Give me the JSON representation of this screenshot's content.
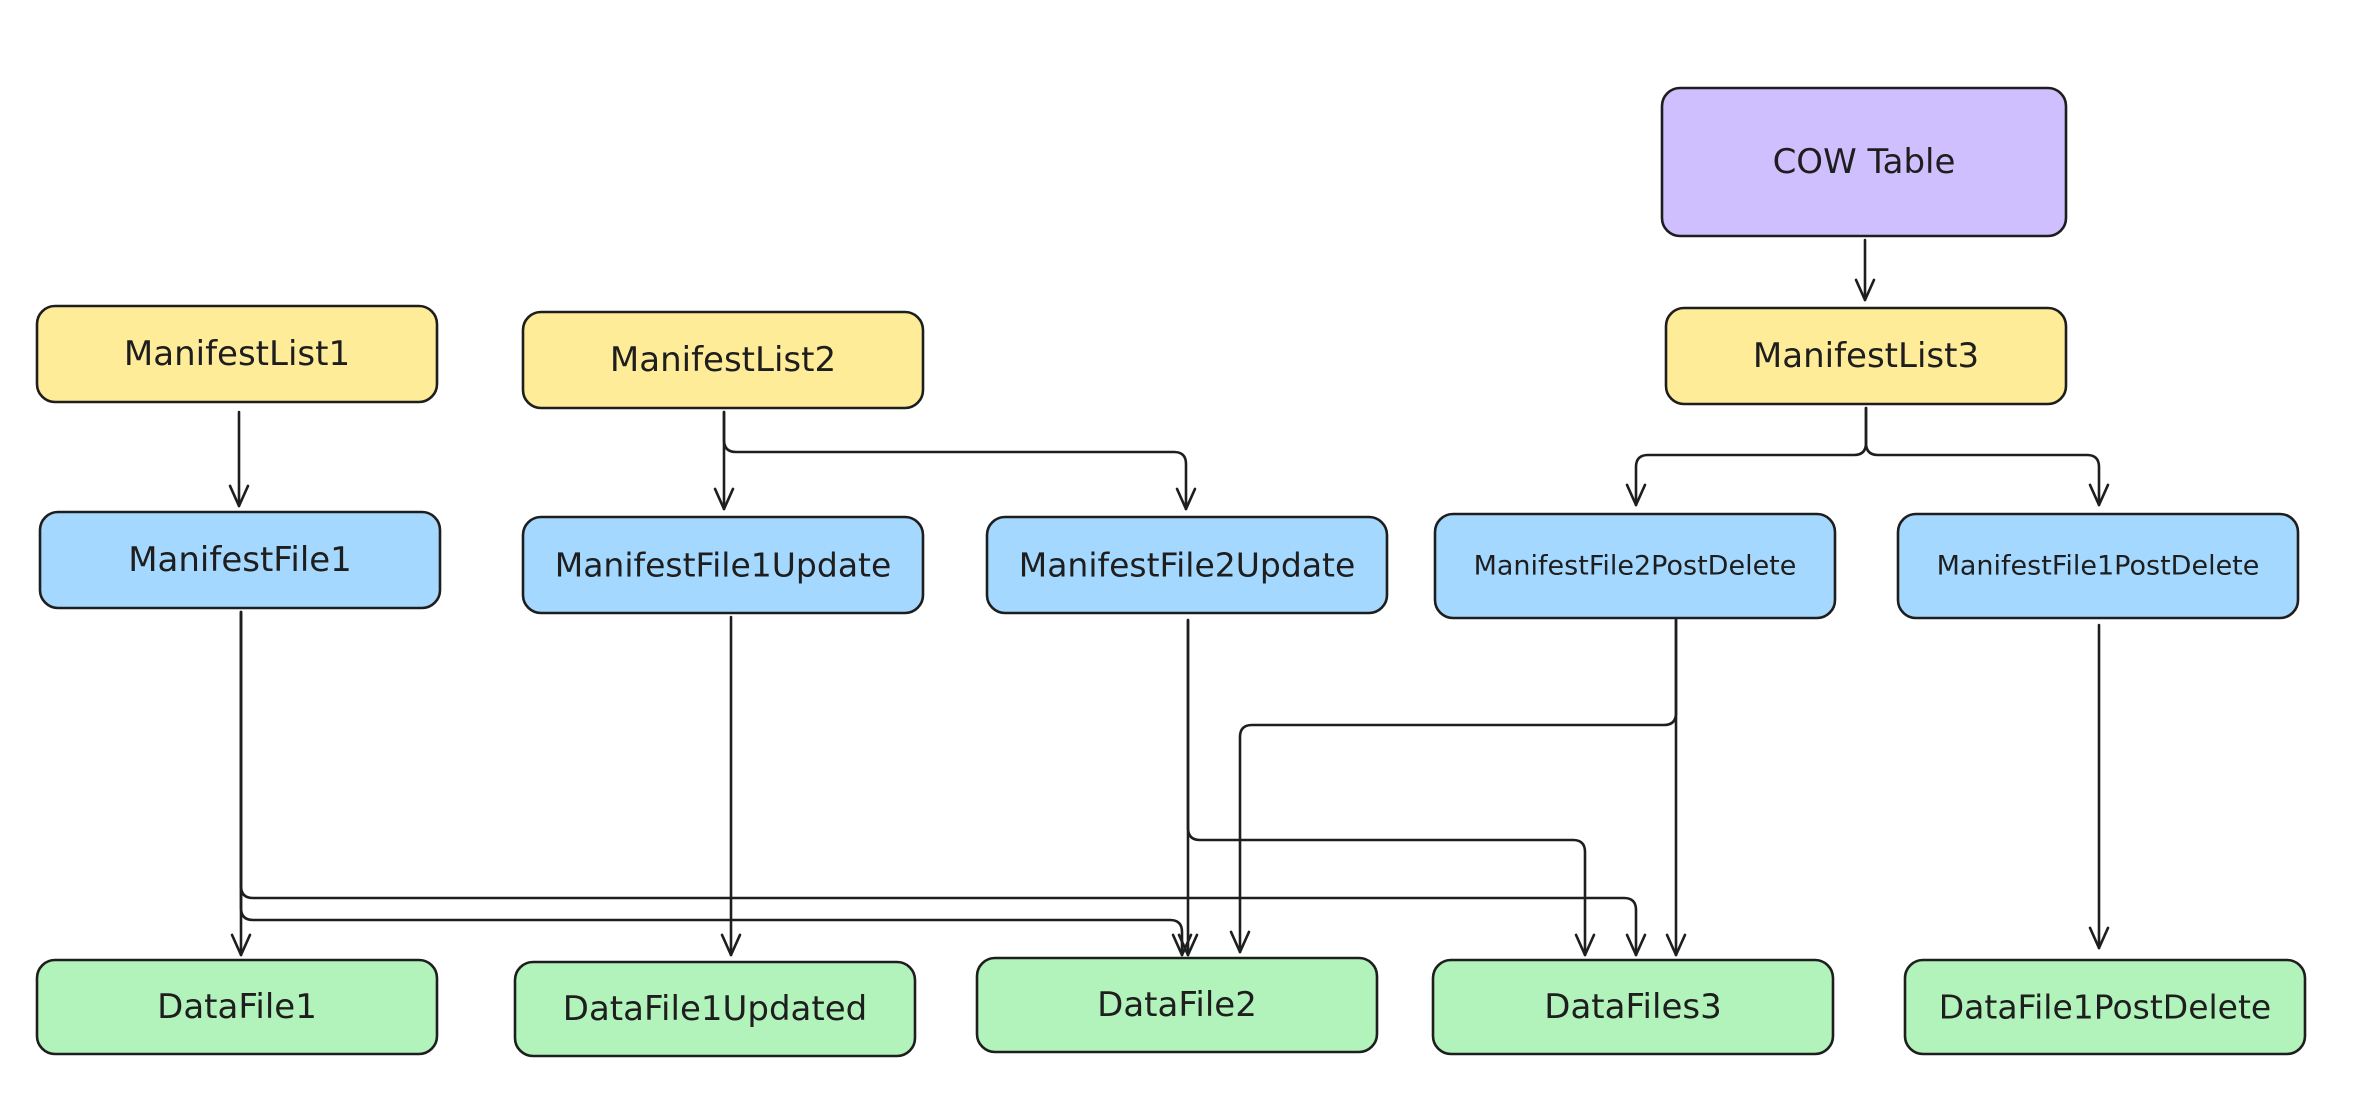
{
  "colors": {
    "table": "#d0bfff",
    "manifest_list": "#ffec99",
    "manifest_file": "#a5d8ff",
    "data_file": "#b2f2bb",
    "stroke": "#1e1e1e"
  },
  "nodes": [
    {
      "id": "cow-table",
      "label": "COW Table",
      "kind": "table"
    },
    {
      "id": "manifestlist1",
      "label": "ManifestList1",
      "kind": "manifest_list"
    },
    {
      "id": "manifestlist2",
      "label": "ManifestList2",
      "kind": "manifest_list"
    },
    {
      "id": "manifestlist3",
      "label": "ManifestList3",
      "kind": "manifest_list"
    },
    {
      "id": "manifestfile1",
      "label": "ManifestFile1",
      "kind": "manifest_file"
    },
    {
      "id": "manifestfile1update",
      "label": "ManifestFile1Update",
      "kind": "manifest_file"
    },
    {
      "id": "manifestfile2update",
      "label": "ManifestFile2Update",
      "kind": "manifest_file"
    },
    {
      "id": "manifestfile2postdelete",
      "label": "ManifestFile2PostDelete",
      "kind": "manifest_file"
    },
    {
      "id": "manifestfile1postdelete",
      "label": "ManifestFile1PostDelete",
      "kind": "manifest_file"
    },
    {
      "id": "datafile1",
      "label": "DataFile1",
      "kind": "data_file"
    },
    {
      "id": "datafile1updated",
      "label": "DataFile1Updated",
      "kind": "data_file"
    },
    {
      "id": "datafile2",
      "label": "DataFile2",
      "kind": "data_file"
    },
    {
      "id": "datafiles3",
      "label": "DataFiles3",
      "kind": "data_file"
    },
    {
      "id": "datafile1postdelete",
      "label": "DataFile1PostDelete",
      "kind": "data_file"
    }
  ],
  "edges": [
    {
      "from": "cow-table",
      "to": "manifestlist3"
    },
    {
      "from": "manifestlist1",
      "to": "manifestfile1"
    },
    {
      "from": "manifestlist2",
      "to": "manifestfile1update"
    },
    {
      "from": "manifestlist2",
      "to": "manifestfile2update"
    },
    {
      "from": "manifestlist3",
      "to": "manifestfile2postdelete"
    },
    {
      "from": "manifestlist3",
      "to": "manifestfile1postdelete"
    },
    {
      "from": "manifestfile1",
      "to": "datafile1"
    },
    {
      "from": "manifestfile1",
      "to": "datafile2"
    },
    {
      "from": "manifestfile1",
      "to": "datafiles3"
    },
    {
      "from": "manifestfile1update",
      "to": "datafile1updated"
    },
    {
      "from": "manifestfile2update",
      "to": "datafile2"
    },
    {
      "from": "manifestfile2update",
      "to": "datafiles3"
    },
    {
      "from": "manifestfile2postdelete",
      "to": "datafile2"
    },
    {
      "from": "manifestfile2postdelete",
      "to": "datafiles3"
    },
    {
      "from": "manifestfile1postdelete",
      "to": "datafile1postdelete"
    }
  ]
}
